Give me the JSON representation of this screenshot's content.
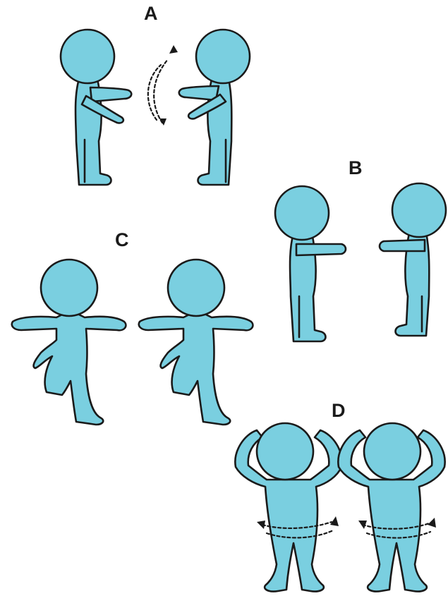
{
  "panels": {
    "a": {
      "label": "A"
    },
    "b": {
      "label": "B"
    },
    "c": {
      "label": "C"
    },
    "d": {
      "label": "D"
    }
  },
  "colors": {
    "figure": "#7ACFE0",
    "outline": "#1A1A1A",
    "background": "#FFFFFF"
  }
}
